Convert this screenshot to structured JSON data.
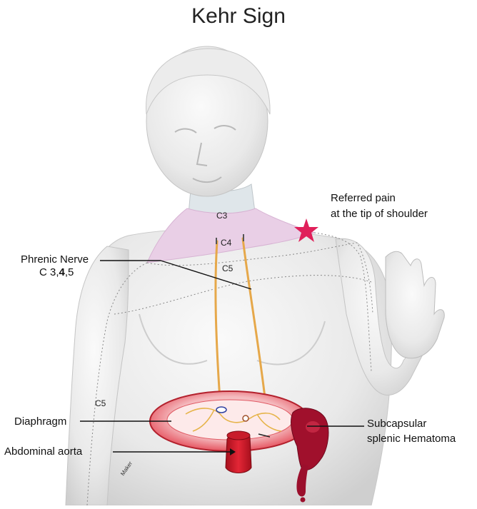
{
  "title": "Kehr Sign",
  "labels": {
    "referred_pain_line1": "Referred pain",
    "referred_pain_line2": "at the tip of shoulder",
    "phrenic_nerve_line1": "Phrenic Nerve",
    "phrenic_nerve_line2_a": "C 3,",
    "phrenic_nerve_line2_b": "4",
    "phrenic_nerve_line2_c": ",5",
    "c3": "C3",
    "c4": "C4",
    "c5_neck": "C5",
    "c5_arm": "C5",
    "diaphragm": "Diaphragm",
    "abdominal_aorta": "Abdominal aorta",
    "hematoma_line1": "Subcapsular",
    "hematoma_line2": "splenic Hematoma",
    "maker": "Maker"
  },
  "colors": {
    "neck_pink": "#e9cfe6",
    "star": "#e0205a",
    "nerve": "#e6a84a",
    "diaphragm_red": "#e23a48",
    "hematoma": "#a0102c",
    "body": "#e7e7e7"
  },
  "icons": [
    "star-icon"
  ]
}
